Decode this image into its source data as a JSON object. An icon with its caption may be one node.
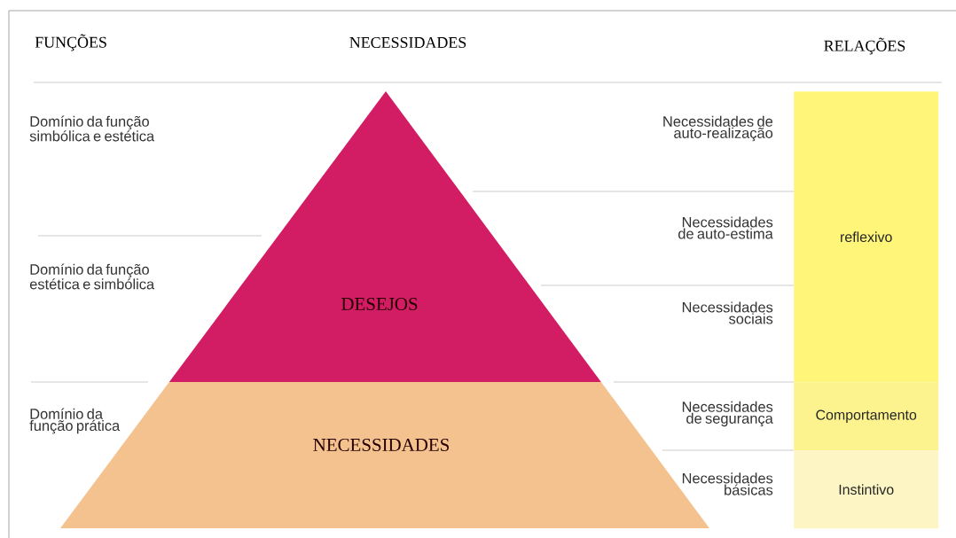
{
  "diagram": {
    "nodes": [
      {
        "text": [
          "DESEJOS"
        ]
      },
      {
        "text": [
          "NECESSIDADES"
        ]
      },
      {
        "text": [
          "reflexivo"
        ]
      },
      {
        "text": [
          "Comportamento"
        ]
      },
      {
        "text": [
          "Instintivo"
        ]
      }
    ],
    "labels": [
      "FUNÇÕES",
      "NECESSIDADES",
      "RELAÇÕES",
      "Domínio da função simbólica e estética",
      "Domínio da função estética e simbólica",
      "Domínio da função prática",
      "Necessidades de auto-realização",
      "Necessidades de auto-estima",
      "Necessidades sociais",
      "Necessidades de segurança",
      "Necessidades básicas"
    ]
  }
}
